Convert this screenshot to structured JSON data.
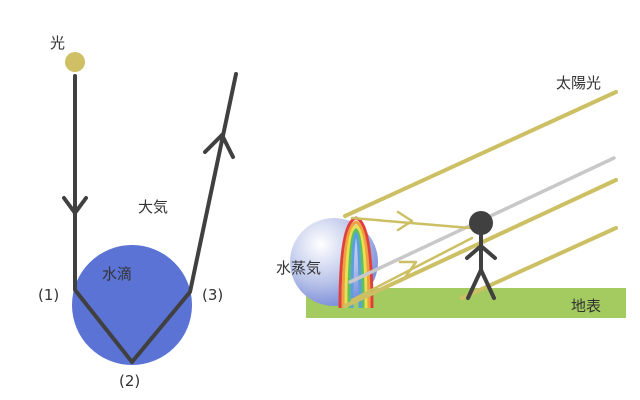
{
  "left_diagram": {
    "light_label": "光",
    "atmosphere_label": "大気",
    "droplet_label": "水滴",
    "point_labels": [
      "(1)",
      "(2)",
      "(3)"
    ]
  },
  "right_diagram": {
    "sunlight_label": "太陽光",
    "vapor_label": "水蒸気",
    "ground_label": "地表"
  },
  "colors": {
    "light_source": "#cfc066",
    "droplet": "#5b73d4",
    "ray": "#404040",
    "sunbeam": "#cdbf63",
    "gray_beam": "#c8c8c8",
    "ground": "#a3cb5f",
    "person": "#404040",
    "rainbow": [
      "#e0403c",
      "#f0a040",
      "#e8e050",
      "#60c060",
      "#5aa0e0",
      "#8060c0"
    ]
  }
}
